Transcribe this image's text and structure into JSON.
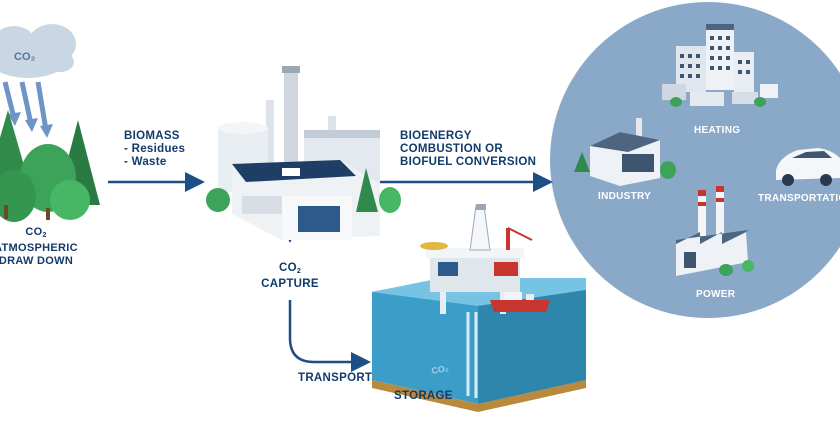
{
  "diagram": {
    "cloud_label": "CO₂",
    "atmospheric": {
      "line1": "CO",
      "sub": "2",
      "line2": "ATMOSPHERIC",
      "line3": "DRAW DOWN"
    },
    "biomass": {
      "title": "BIOMASS",
      "item1": "- Residues",
      "item2": "- Waste"
    },
    "bioenergy": {
      "line1": "BIOENERGY",
      "line2": "COMBUSTION OR",
      "line3": "BIOFUEL CONVERSION"
    },
    "capture": {
      "line1": "CO",
      "sub": "2",
      "line2": "CAPTURE"
    },
    "transport": "TRANSPORT",
    "storage": "STORAGE",
    "uses": {
      "heating": "HEATING",
      "industry": "INDUSTRY",
      "transportation": "TRANSPORTATION",
      "power": "POWER"
    },
    "water_label": "CO₂",
    "colors": {
      "arrow": "#1d4f86",
      "circle": "#8aa9c8",
      "water": "#3b9ec8",
      "tree": "#2f8a4c"
    }
  }
}
